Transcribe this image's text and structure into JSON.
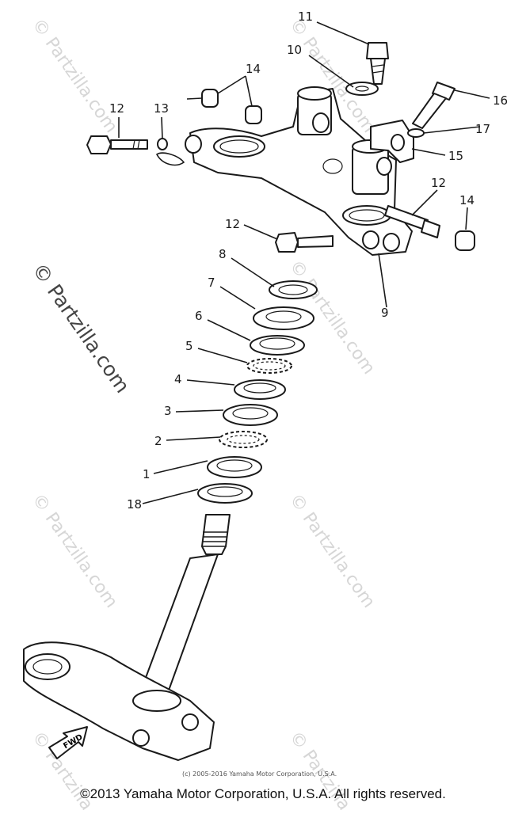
{
  "callouts": [
    "1",
    "2",
    "3",
    "4",
    "5",
    "6",
    "7",
    "8",
    "9",
    "10",
    "11",
    "12",
    "12",
    "12",
    "13",
    "14",
    "14",
    "15",
    "16",
    "17",
    "18"
  ],
  "fwd_label": "FWD",
  "watermark": "© Partzilla.com",
  "small_copyright": "(c) 2005-2016 Yamaha Motor Corporation, U.S.A.",
  "copyright": "©2013 Yamaha Motor Corporation, U.S.A. All rights reserved."
}
